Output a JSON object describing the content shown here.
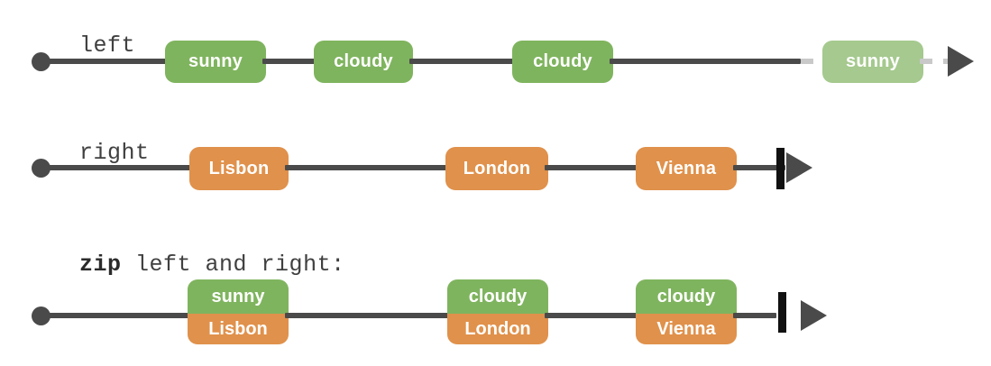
{
  "diagram": {
    "type": "marble-diagram",
    "operator": "zip",
    "background": "#ffffff",
    "colors": {
      "green": "#7fb45e",
      "green_faded": "#a5c98e",
      "orange": "#e0914b",
      "line": "#4a4a4a",
      "line_dashed": "#c9c9c9",
      "complete_bar": "#111111",
      "label_text": "#404040",
      "pill_text": "#ffffff"
    }
  },
  "rows": [
    {
      "id": "left",
      "label": "left",
      "label_bold_prefix": "",
      "pills": [
        {
          "text": "sunny",
          "color": "green",
          "faded": false
        },
        {
          "text": "cloudy",
          "color": "green",
          "faded": false
        },
        {
          "text": "cloudy",
          "color": "green",
          "faded": false
        },
        {
          "text": "sunny",
          "color": "green",
          "faded": true
        }
      ],
      "terminator": "arrow",
      "has_complete_bar": false,
      "has_dashed_tail": true
    },
    {
      "id": "right",
      "label": "right",
      "label_bold_prefix": "",
      "pills": [
        {
          "text": "Lisbon",
          "color": "orange",
          "faded": false
        },
        {
          "text": "London",
          "color": "orange",
          "faded": false
        },
        {
          "text": "Vienna",
          "color": "orange",
          "faded": false
        }
      ],
      "terminator": "arrow",
      "has_complete_bar": true,
      "has_dashed_tail": false
    },
    {
      "id": "zip-output",
      "label_bold_prefix": "zip",
      "label": " left and right:",
      "pills": [
        {
          "top": "sunny",
          "bottom": "Lisbon"
        },
        {
          "top": "cloudy",
          "bottom": "London"
        },
        {
          "top": "cloudy",
          "bottom": "Vienna"
        }
      ],
      "terminator": "arrow",
      "has_complete_bar": true,
      "has_dashed_tail": false
    }
  ],
  "icons": {
    "start_dot": "circle-dot-icon",
    "arrow_head": "arrow-right-icon",
    "complete_bar": "complete-bar-icon"
  }
}
